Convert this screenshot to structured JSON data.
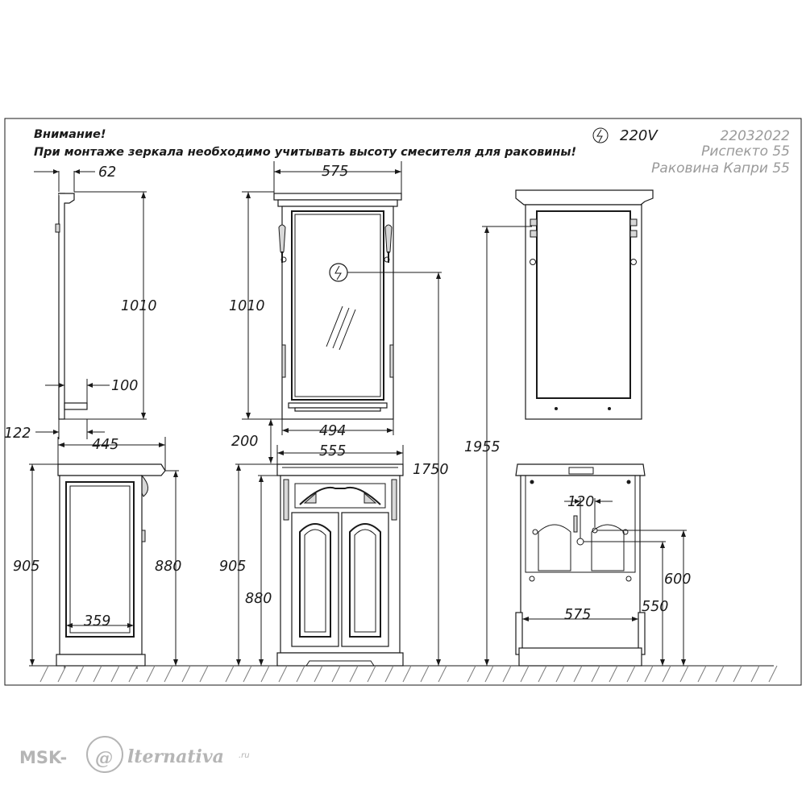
{
  "notice": {
    "title": "Внимание!",
    "text": "При монтаже зеркала необходимо учитывать высоту смесителя для раковины!"
  },
  "header": {
    "voltage": "220V",
    "code": "22032022",
    "product_mirror": "Риспекто 55",
    "product_basin": "Раковина Капри 55",
    "voltage_icon": "electric-outlet-icon"
  },
  "dimensions": {
    "mirror_depth": "62",
    "mirror_height_side": "1010",
    "shelf_depth": "100",
    "mirror_offset": "122",
    "mirror_width": "575",
    "mirror_height_front": "1010",
    "shelf_width": "494",
    "gap": "200",
    "outlet_height": "1750",
    "total_height": "1955",
    "cabinet_depth": "445",
    "cabinet_height_side_total": "905",
    "cabinet_height_side_body": "880",
    "inner_depth": "359",
    "cabinet_width": "555",
    "cabinet_height_front_total": "905",
    "cabinet_height_front_body": "880",
    "drain_spacing": "120",
    "drain_height_upper": "600",
    "drain_height_lower": "550",
    "inner_width": "575"
  },
  "watermark": {
    "brand_left": "MSK-",
    "brand_right": "lternativa",
    "suffix": ".ru"
  }
}
